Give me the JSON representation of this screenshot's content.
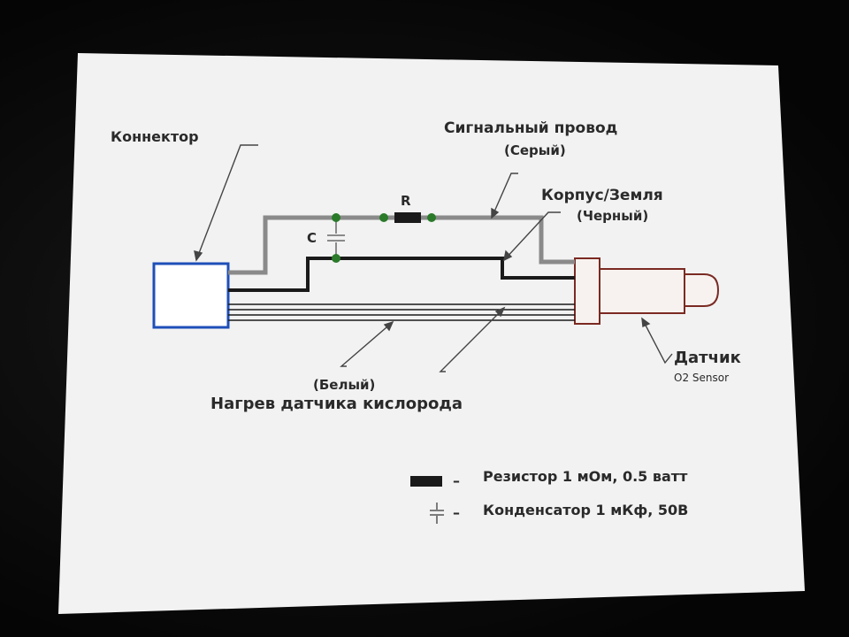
{
  "labels": {
    "connector": "Коннектор",
    "signal_wire": "Сигнальный провод",
    "signal_wire_color": "(Серый)",
    "ground": "Корпус/Земля",
    "ground_color": "(Черный)",
    "resistor_letter": "R",
    "capacitor_letter": "C",
    "sensor": "Датчик",
    "sensor_sub": "O2 Sensor",
    "heater_color": "(Белый)",
    "heater": "Нагрев датчика кислорода"
  },
  "legend": {
    "dash": "–",
    "resistor": "Резистор 1 мОм, 0.5 ватт",
    "capacitor": "Конденсатор 1 мКф, 50В"
  },
  "colors": {
    "connector": "#1e4fb8",
    "sensor": "#7a2a22",
    "signal_wire": "#8a8a8a",
    "ground_wire": "#1a1a1a",
    "node": "#2a7a2a"
  }
}
